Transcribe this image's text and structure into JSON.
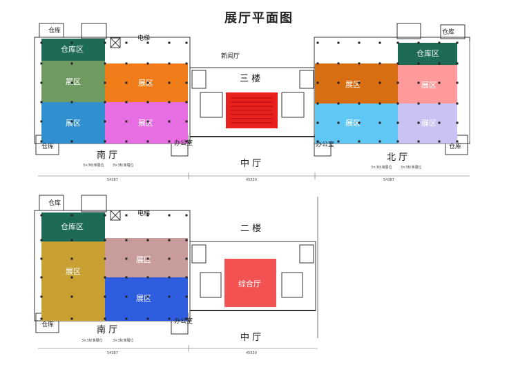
{
  "title": "展厅平面图",
  "colors": {
    "storage": "#1d6b57",
    "green_exhibit": "#6f9a60",
    "orange": "#f07d19",
    "blue_exhibit": "#2f8fcf",
    "magenta": "#e86ee3",
    "red": "#e8201e",
    "dark_orange": "#d86e12",
    "pink": "#ff9a9a",
    "light_blue": "#60c7f4",
    "lavender": "#c9c3f4",
    "mustard": "#c8a033",
    "rose": "#c79c9b",
    "royal_blue": "#2f5de0",
    "lightred": "#f25252"
  },
  "floor3": {
    "floor_label": "三 楼",
    "news_hall": "新闻厅",
    "elevator": "电梯",
    "warehouse": "仓库",
    "warehouse_zone": "仓库区",
    "zone": "展区",
    "office": "办公室",
    "south_hall": "南 厅",
    "center_hall": "中 厅",
    "north_hall": "北 厅",
    "booth_note": "3×3标准展位",
    "dim_left": "54387",
    "dim_center": "45530",
    "dim_right": "54387"
  },
  "floor2": {
    "floor_label": "二 楼",
    "elevator": "电梯",
    "warehouse": "仓库",
    "warehouse_zone": "仓库区",
    "zone": "展区",
    "office": "办公室",
    "general_hall": "综合厅",
    "south_hall": "南 厅",
    "center_hall": "中 厅",
    "booth_note": "3×3标准展位",
    "dim_left": "54387",
    "dim_center": "45530"
  }
}
